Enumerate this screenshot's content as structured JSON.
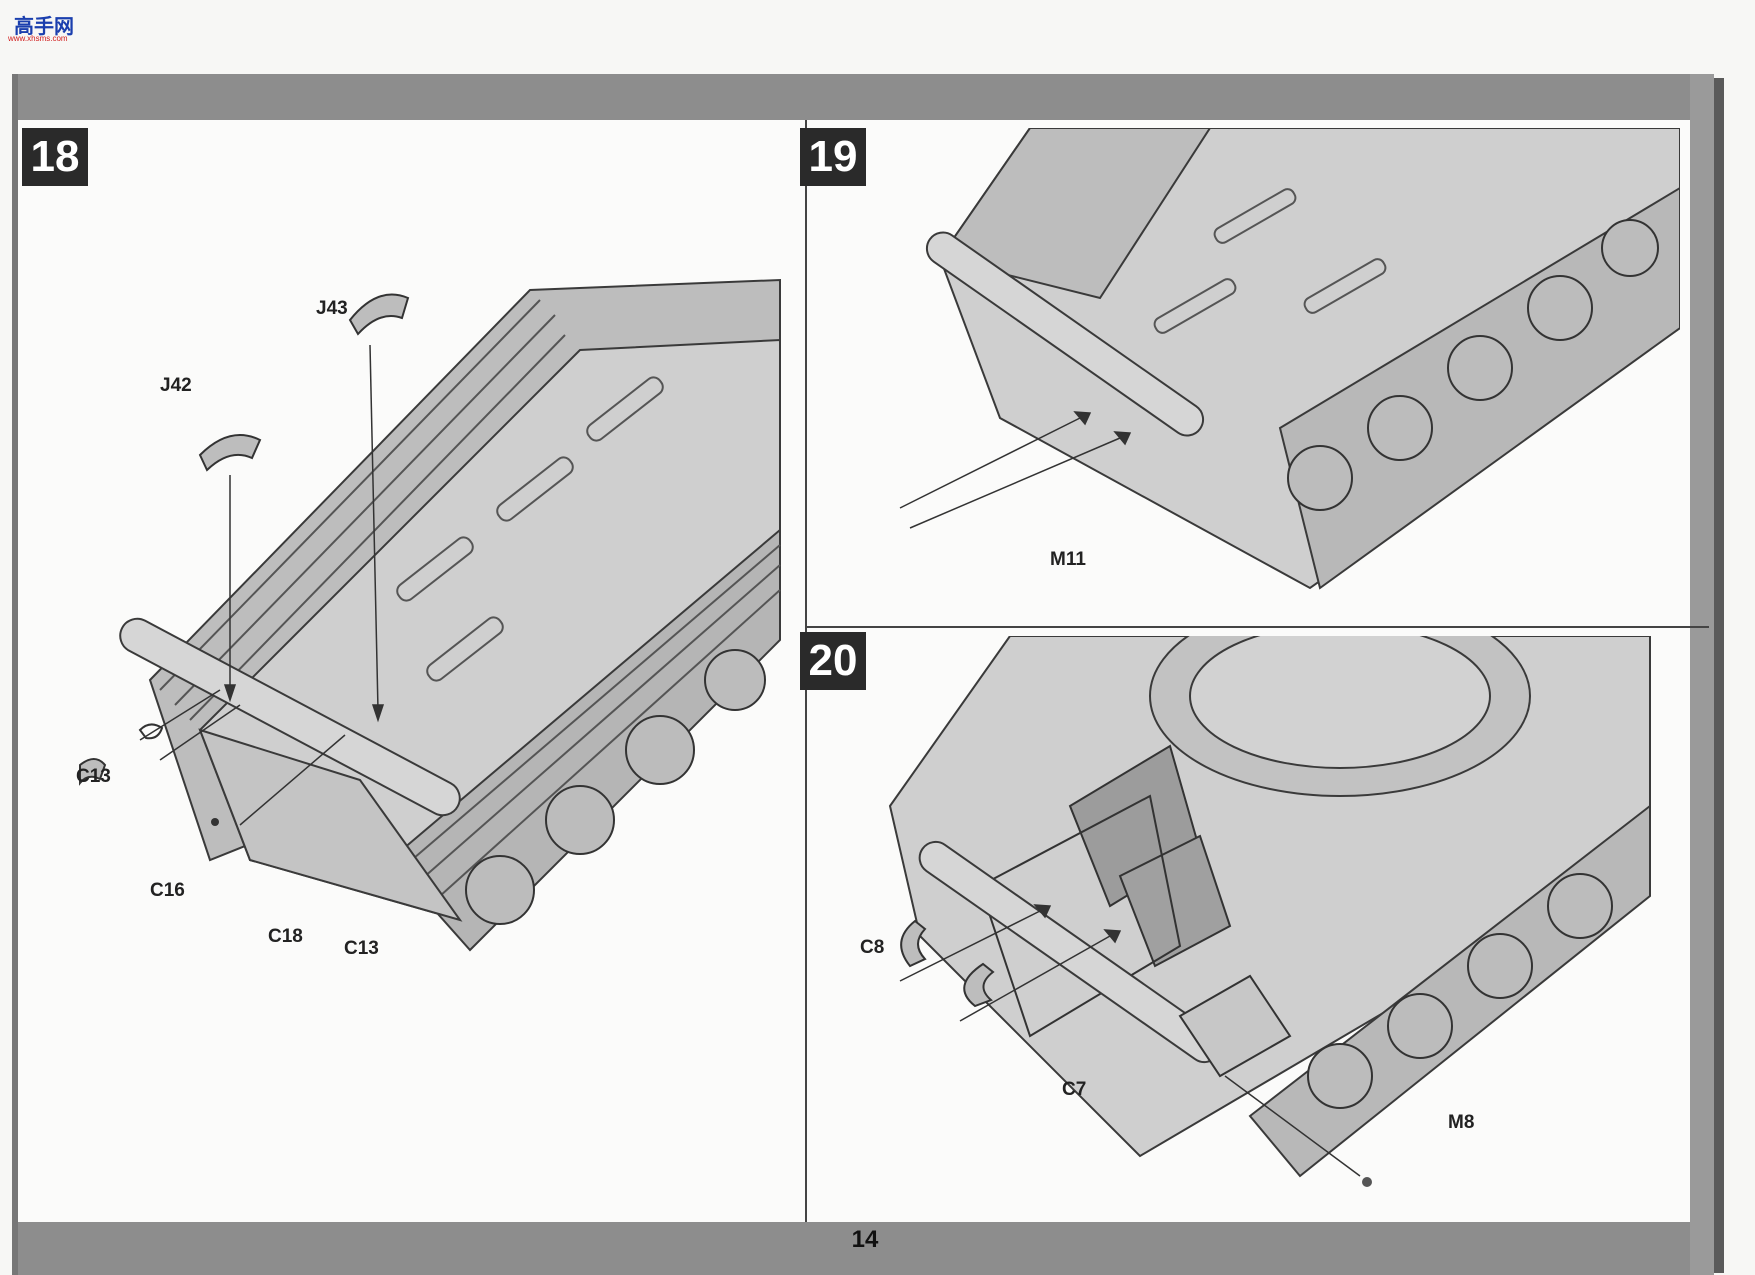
{
  "page": {
    "number": "14",
    "watermark_text": "高手网",
    "watermark_sub": "www.xhsms.com"
  },
  "steps": [
    {
      "number": "18",
      "parts": [
        "J43",
        "J42",
        "C13",
        "C16",
        "C18",
        "C13"
      ]
    },
    {
      "number": "19",
      "parts": [
        "M11"
      ]
    },
    {
      "number": "20",
      "parts": [
        "C8",
        "C7",
        "M8"
      ]
    }
  ],
  "colors": {
    "band": "#8d8d8d",
    "badge": "#2a2a2a",
    "illustration_fill": "#c9c9c9",
    "illustration_stroke": "#3a3a3a"
  }
}
